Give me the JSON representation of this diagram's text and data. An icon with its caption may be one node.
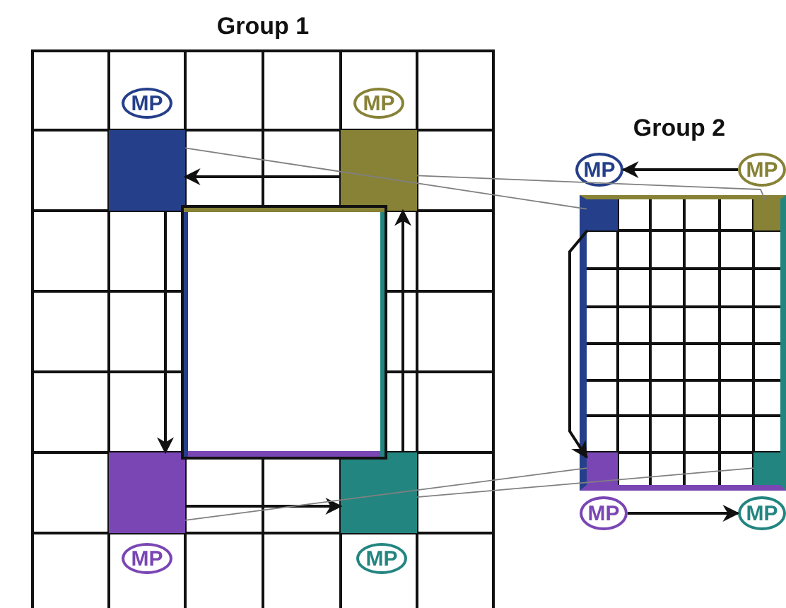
{
  "diagram": {
    "nodes": [
      {
        "text": [
          "Group 1"
        ]
      },
      {
        "text": [
          "MP"
        ],
        "in": 0
      },
      {
        "text": [
          "MP"
        ],
        "in": 0
      },
      {
        "text": [],
        "shape": "box",
        "in": 0
      },
      {
        "text": [],
        "shape": "box",
        "in": 0
      },
      {
        "text": [],
        "shape": "box",
        "in": 0
      },
      {
        "text": [],
        "shape": "box",
        "in": 0
      },
      {
        "text": [
          "MP"
        ],
        "in": 0
      },
      {
        "text": [
          "MP"
        ],
        "in": 0
      },
      {
        "text": [
          "Group 2"
        ]
      },
      {
        "text": [
          "MP"
        ]
      },
      {
        "text": [
          "MP"
        ]
      },
      {
        "text": [],
        "shape": "box",
        "in": 9
      },
      {
        "text": [],
        "shape": "box",
        "in": 9
      },
      {
        "text": [],
        "shape": "box",
        "in": 9
      },
      {
        "text": [],
        "shape": "box",
        "in": 9
      },
      {
        "text": [
          "MP"
        ]
      },
      {
        "text": [
          "MP"
        ]
      }
    ],
    "edges": [
      {
        "from": 4,
        "to": 3,
        "arrow": "to"
      },
      {
        "from": 3,
        "to": 5,
        "arrow": "to"
      },
      {
        "from": 5,
        "to": 6,
        "arrow": "to"
      },
      {
        "from": 6,
        "to": 4,
        "arrow": "to"
      },
      {
        "from": 3,
        "to": 12,
        "arrow": "none",
        "color": "#808080"
      },
      {
        "from": 4,
        "to": 13,
        "arrow": "none",
        "color": "#808080"
      },
      {
        "from": 5,
        "to": 14,
        "arrow": "none",
        "color": "#808080"
      },
      {
        "from": 6,
        "to": 15,
        "arrow": "none",
        "color": "#808080"
      },
      {
        "from": 11,
        "to": 10,
        "arrow": "to"
      },
      {
        "from": 12,
        "to": 14,
        "arrow": "to"
      },
      {
        "from": 16,
        "to": 17,
        "arrow": "to"
      }
    ]
  }
}
